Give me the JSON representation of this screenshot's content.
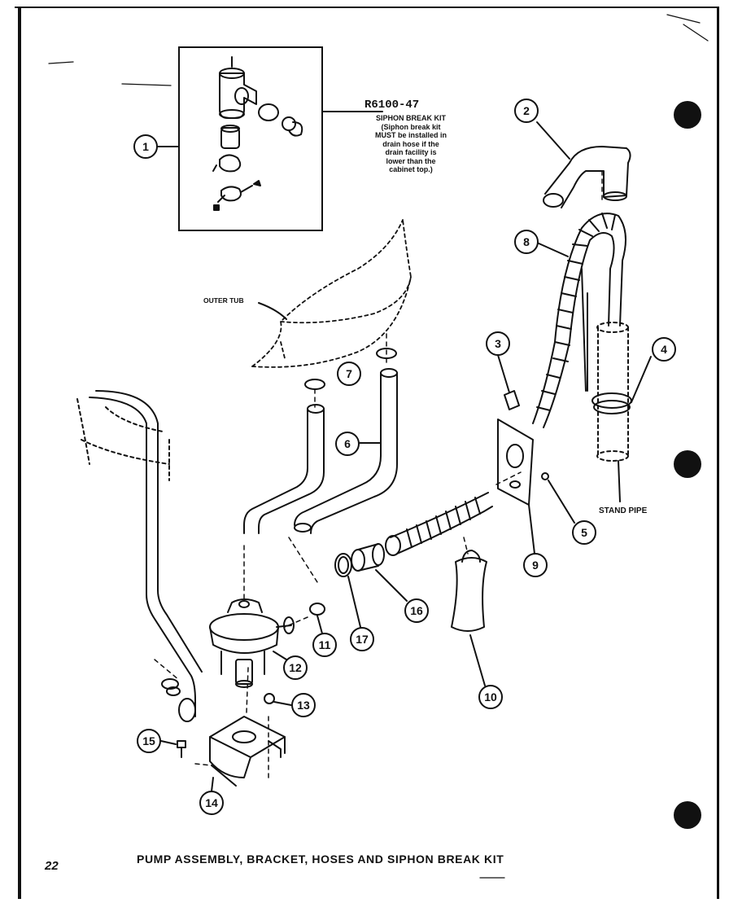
{
  "kit": {
    "part_number": "R6100-47",
    "lines": [
      "SIPHON BREAK KIT",
      "(Siphon break kit",
      "MUST be installed in",
      "drain hose if the",
      "drain facility is",
      "lower than the",
      "cabinet top.)"
    ]
  },
  "labels": {
    "outer_tub": "OUTER TUB",
    "stand_pipe": "STAND PIPE"
  },
  "callouts": [
    "1",
    "2",
    "3",
    "4",
    "5",
    "6",
    "7",
    "8",
    "9",
    "10",
    "11",
    "12",
    "13",
    "14",
    "15",
    "16",
    "17"
  ],
  "page": {
    "number": "22",
    "caption": "PUMP ASSEMBLY, BRACKET, HOSES AND SIPHON BREAK KIT"
  }
}
